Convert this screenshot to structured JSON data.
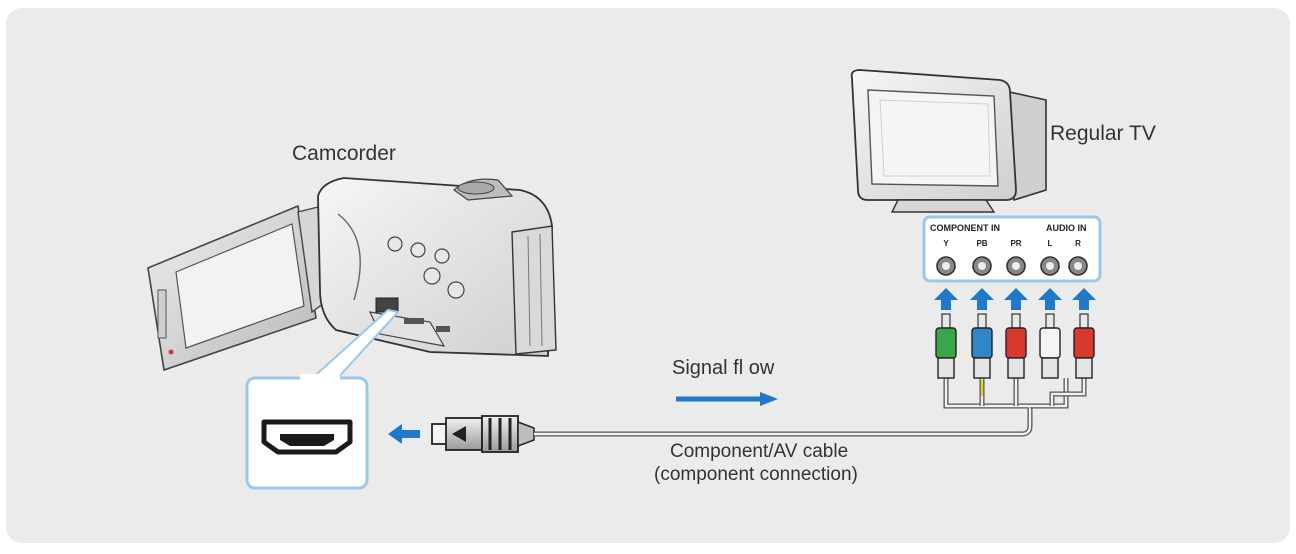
{
  "labels": {
    "camcorder": "Camcorder",
    "tv": "Regular TV",
    "signal_flow": "Signal fl ow",
    "cable_line1": "Component/AV cable",
    "cable_line2": "(component connection)"
  },
  "tv_panel": {
    "component_in": "COMPONENT IN",
    "audio_in": "AUDIO IN",
    "jacks": [
      "Y",
      "PB",
      "PR",
      "L",
      "R"
    ]
  },
  "colors": {
    "background": "#ebebeb",
    "arrow_blue": "#1f78c8",
    "plug_green": "#3aa64a",
    "plug_blue": "#2f86c8",
    "plug_red": "#d8392f",
    "plug_white": "#f4f4f4",
    "callout_border": "#9cc8e8"
  },
  "icons": {
    "hdmi_port": "hdmi-port-icon",
    "plug_arrows": "arrow-up-icon",
    "signal_arrow": "arrow-right-icon"
  }
}
